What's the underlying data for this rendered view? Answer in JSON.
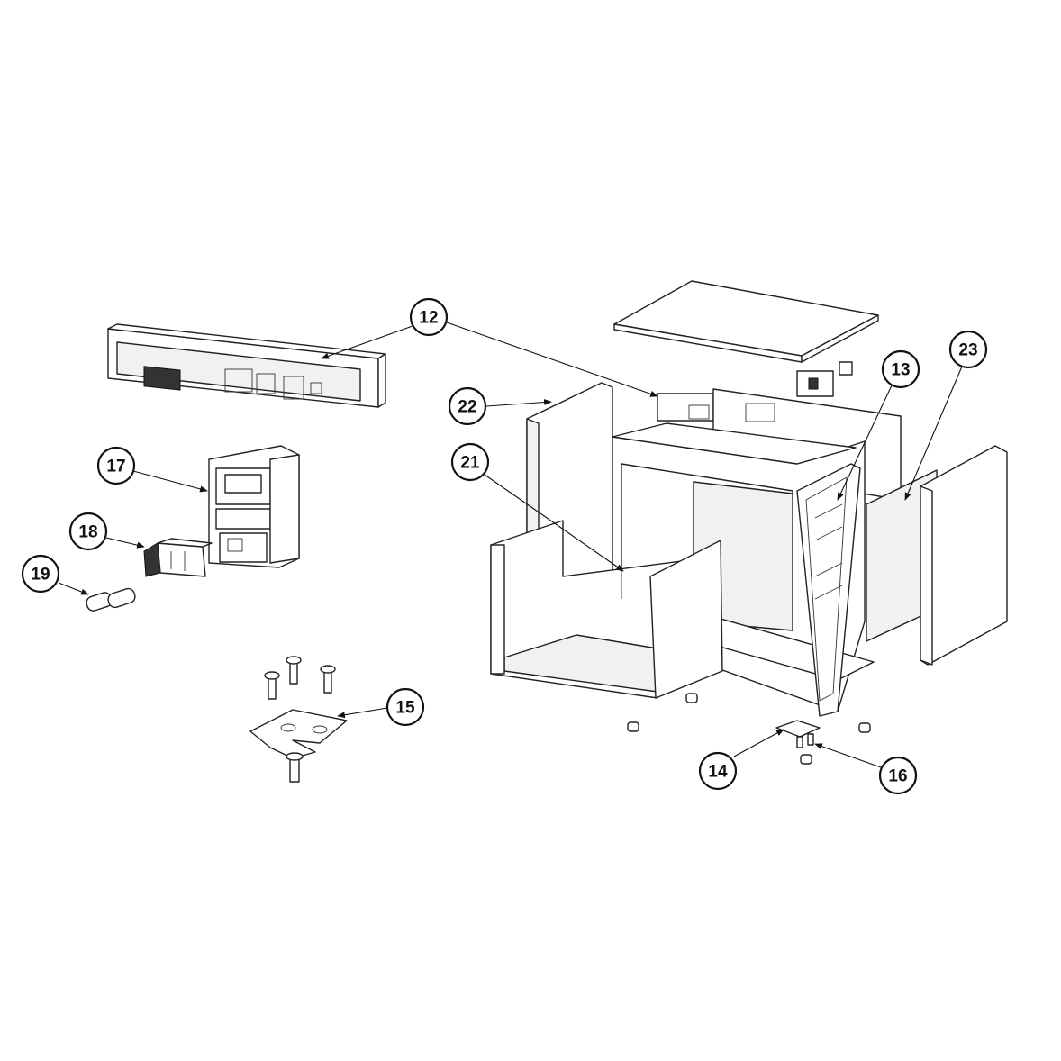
{
  "diagram": {
    "type": "exploded-parts-diagram",
    "callouts": {
      "c12": "12",
      "c13": "13",
      "c14": "14",
      "c15": "15",
      "c16": "16",
      "c17": "17",
      "c18": "18",
      "c19": "19",
      "c21": "21",
      "c22": "22",
      "c23": "23"
    }
  }
}
